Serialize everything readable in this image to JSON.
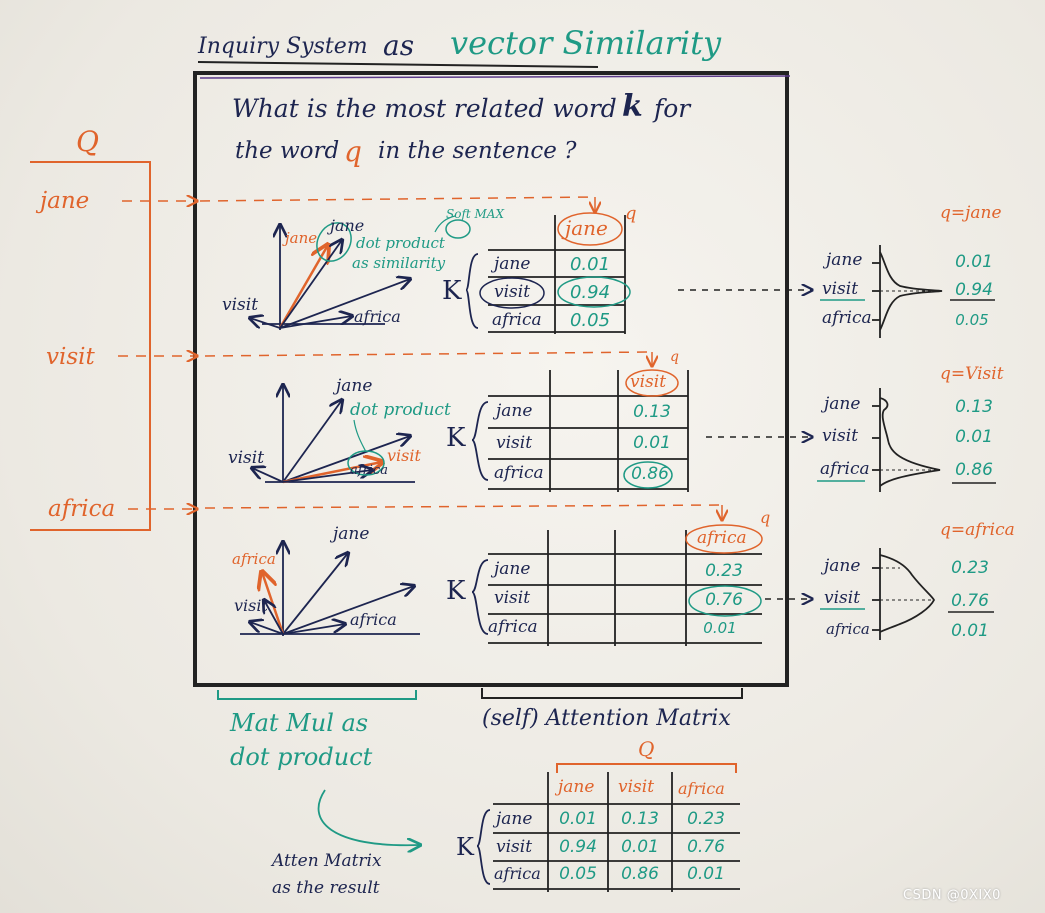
{
  "title": {
    "part1": "Inquiry System",
    "part2": "as",
    "part3": "vector Similarity"
  },
  "question": {
    "line1a": "What is the most related word",
    "k": "k",
    "line1b": "for",
    "line2a": "the word",
    "q": "q",
    "line2b": "in the sentence ?"
  },
  "q_column": {
    "header": "Q",
    "words": [
      "jane",
      "visit",
      "africa"
    ]
  },
  "vector_plots": [
    {
      "labels": {
        "jane_or": "jane",
        "jane_nv": "jane",
        "visit": "visit",
        "africa": "africa"
      },
      "note1": "dot product",
      "note2": "as similarity",
      "softmax": "Soft MAX"
    },
    {
      "labels": {
        "jane": "jane",
        "visit_nv": "visit",
        "visit_or": "visit",
        "africa": "africa"
      },
      "note1": "dot product"
    },
    {
      "labels": {
        "jane": "jane",
        "africa_or": "africa",
        "visit": "visit",
        "africa": "africa"
      }
    }
  ],
  "k_tables": [
    {
      "k": "K",
      "q_tag": "q",
      "header": "jane",
      "rows": [
        "jane",
        "visit",
        "africa"
      ],
      "values": [
        "0.01",
        "0.94",
        "0.05"
      ]
    },
    {
      "k": "K",
      "q_tag": "q",
      "header": "visit",
      "rows": [
        "jane",
        "visit",
        "africa"
      ],
      "values": [
        "0.13",
        "0.01",
        "0.86"
      ]
    },
    {
      "k": "K",
      "q_tag": "q",
      "header": "africa",
      "rows": [
        "jane",
        "visit",
        "africa"
      ],
      "values": [
        "0.23",
        "0.76",
        "0.01"
      ]
    }
  ],
  "distributions": [
    {
      "title": "q=jane",
      "words": [
        "jane",
        "visit",
        "africa"
      ],
      "values": [
        "0.01",
        "0.94",
        "0.05"
      ]
    },
    {
      "title": "q=Visit",
      "words": [
        "jane",
        "visit",
        "africa"
      ],
      "values": [
        "0.13",
        "0.01",
        "0.86"
      ]
    },
    {
      "title": "q=africa",
      "words": [
        "jane",
        "visit",
        "africa"
      ],
      "values": [
        "0.23",
        "0.76",
        "0.01"
      ]
    }
  ],
  "bottom_labels": {
    "matmul1": "Mat Mul as",
    "matmul2": "dot product",
    "attention": "(self) Attention Matrix",
    "result1": "Atten Matrix",
    "result2": "as the result"
  },
  "result_table": {
    "q_header": "Q",
    "k_label": "K",
    "cols": [
      "jane",
      "visit",
      "africa"
    ],
    "rows": [
      "jane",
      "visit",
      "africa"
    ],
    "values": [
      [
        "0.01",
        "0.13",
        "0.23"
      ],
      [
        "0.94",
        "0.01",
        "0.76"
      ],
      [
        "0.05",
        "0.86",
        "0.01"
      ]
    ]
  },
  "watermark": "CSDN @0XIX0",
  "colors": {
    "ink_navy": "#1d2550",
    "ink_orange": "#e0642c",
    "ink_teal": "#1f9a85",
    "board": "#eeebe5"
  }
}
